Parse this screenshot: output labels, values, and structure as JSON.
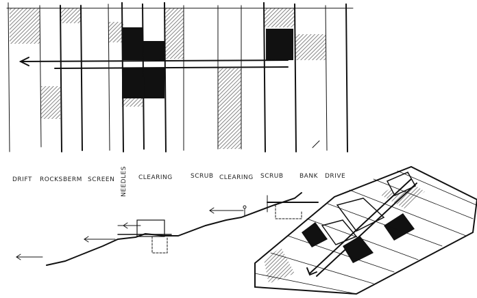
{
  "labels": {
    "drift": "DRIFT",
    "rocks": "ROCKS",
    "berm": "BERM",
    "screen": "SCREEN",
    "needles": "NEEDLES",
    "clearing1": "CLEARING",
    "scrub1": "SCRUB",
    "clearing2": "CLEARING",
    "scrub2": "SCRUB",
    "bank": "BANK",
    "drive": "DRIVE"
  },
  "colors": {
    "ink": "#111111",
    "hatch": "#777777",
    "paper": "#ffffff"
  }
}
